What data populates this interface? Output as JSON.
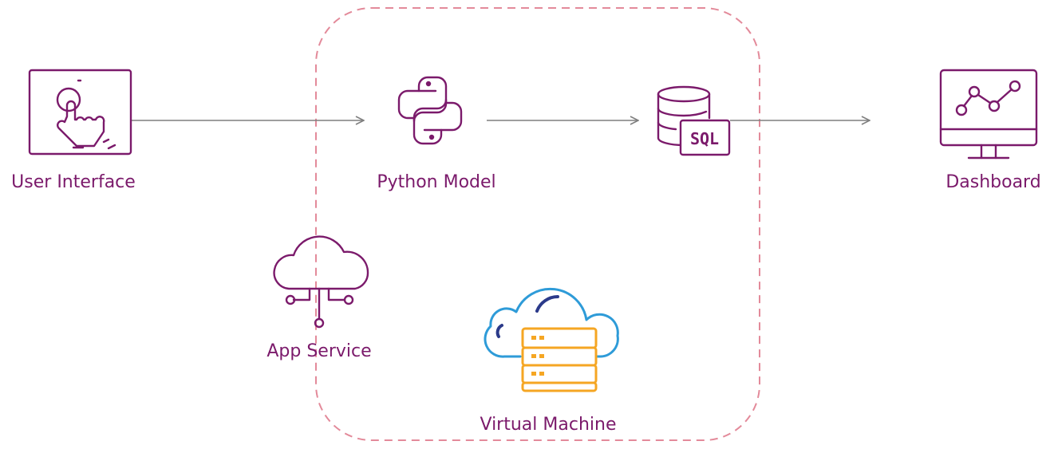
{
  "nodes": {
    "user_interface": {
      "label": "User Interface",
      "icon": "touch-screen-icon"
    },
    "python_model": {
      "label": "Python Model",
      "icon": "python-logo-icon"
    },
    "sql_database": {
      "label": "",
      "icon_text": "SQL",
      "icon": "sql-database-icon"
    },
    "dashboard": {
      "label": "Dashboard",
      "icon": "monitor-line-chart-icon"
    },
    "app_service": {
      "label": "App Service",
      "icon": "cloud-network-icon"
    },
    "virtual_machine": {
      "label": "Virtual Machine",
      "icon": "cloud-server-icon"
    }
  },
  "colors": {
    "icon_stroke": "#7b1a6b",
    "label_text": "#7b1a6b",
    "arrow": "#7f7f7f",
    "boundary": "#e38a9a",
    "cloud_outline": "#2e9bd8",
    "server_fill": "#f5a623",
    "cloud_accent": "#2b3a8a"
  }
}
